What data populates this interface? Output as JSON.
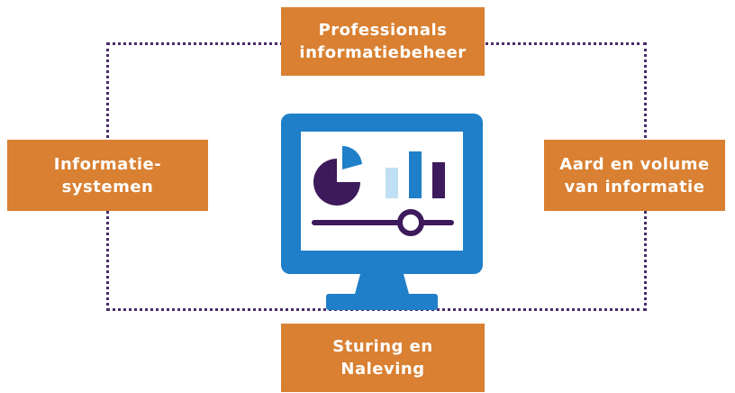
{
  "boxes": {
    "top": {
      "line1": "Professionals",
      "line2": "informatiebeheer"
    },
    "left": {
      "line1": "Informatie-",
      "line2": "systemen"
    },
    "right": {
      "line1": "Aard en volume",
      "line2": "van informatie"
    },
    "bottom": {
      "line1": "Sturing en",
      "line2": "Naleving"
    }
  },
  "colors": {
    "box_fill": "#d98032",
    "frame": "#4a2a6a",
    "monitor_blue": "#1f7fc8",
    "screen_white": "#ffffff",
    "chart_purple": "#3d1a5b",
    "chart_light_blue": "#bfe0f4"
  },
  "icons": {
    "center": "monitor-dashboard-icon"
  }
}
